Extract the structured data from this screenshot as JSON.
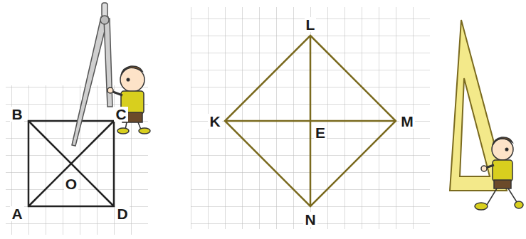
{
  "diagram": {
    "labels": [
      "B",
      "C",
      "O",
      "A",
      "D",
      "L",
      "K",
      "E",
      "M",
      "N"
    ]
  }
}
